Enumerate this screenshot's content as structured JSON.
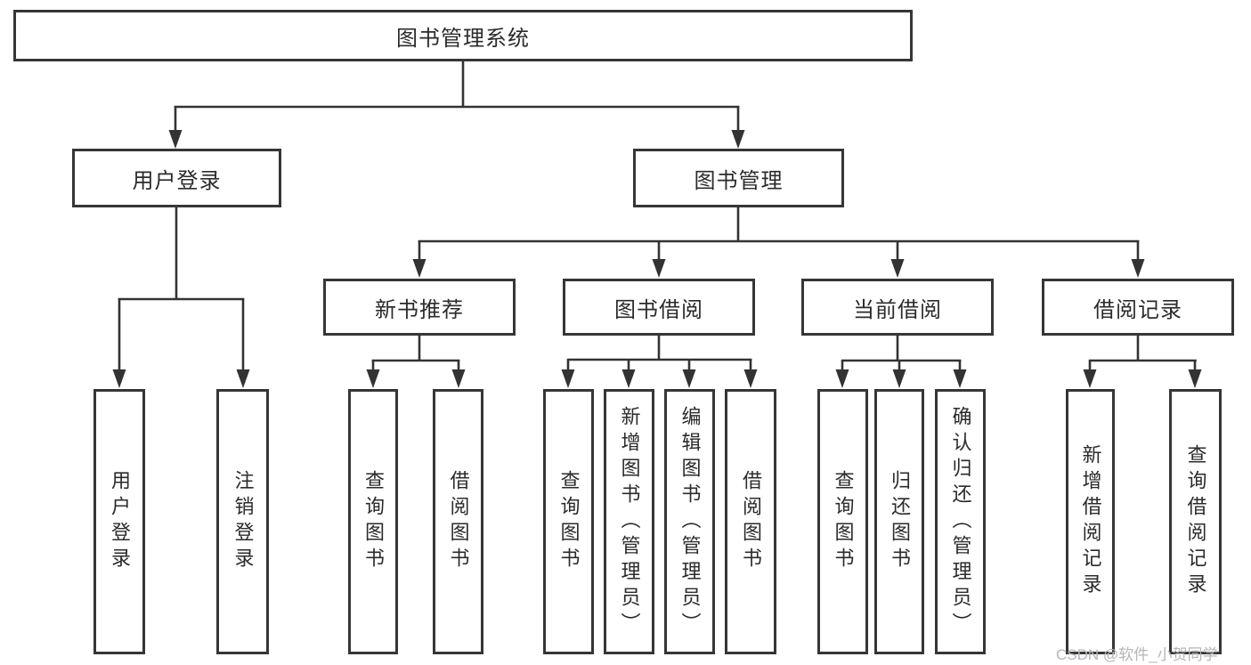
{
  "diagram": {
    "root": {
      "label": "图书管理系统"
    },
    "level2": {
      "user_login": {
        "label": "用户登录"
      },
      "book_mgmt": {
        "label": "图书管理"
      }
    },
    "level3": {
      "new_books": {
        "label": "新书推荐"
      },
      "book_borrow": {
        "label": "图书借阅"
      },
      "current_borrow": {
        "label": "当前借阅"
      },
      "borrow_records": {
        "label": "借阅记录"
      }
    },
    "leaves": {
      "user_login": {
        "label": "用户登录"
      },
      "logout": {
        "label": "注销登录"
      },
      "nb_query": {
        "label": "查询图书"
      },
      "nb_borrow": {
        "label": "借阅图书"
      },
      "bb_query": {
        "label": "查询图书"
      },
      "bb_add": {
        "label": "新增图书（管理员）"
      },
      "bb_edit": {
        "label": "编辑图书（管理员）"
      },
      "bb_borrow": {
        "label": "借阅图书"
      },
      "cb_query": {
        "label": "查询图书"
      },
      "cb_return": {
        "label": "归还图书"
      },
      "cb_confirm": {
        "label": "确认归还（管理员）"
      },
      "br_add": {
        "label": "新增借阅记录"
      },
      "br_query": {
        "label": "查询借阅记录"
      }
    }
  },
  "watermark": {
    "text": "CSDN @软件_小贺同学"
  },
  "colors": {
    "line": "#333333",
    "box_border": "#363636",
    "text": "#2b2b2b",
    "watermark": "#b4b6bc",
    "background": "#ffffff"
  }
}
